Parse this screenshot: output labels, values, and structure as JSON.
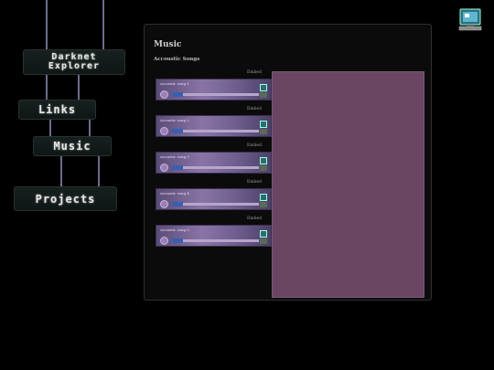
{
  "nav": {
    "explorer_line1": "Darknet",
    "explorer_line2": "Explorer",
    "links": "Links",
    "music": "Music",
    "projects": "Projects"
  },
  "window": {
    "title": "Music",
    "subtitle": "Accoustic Songs",
    "embed_label": "Embed",
    "players": [
      {
        "title": "Acoustic song 1"
      },
      {
        "title": "Acoustic song 2"
      },
      {
        "title": "Acoustic song 3"
      },
      {
        "title": "Acoustic song 4"
      },
      {
        "title": "Acoustic song 5"
      }
    ]
  },
  "colors": {
    "background": "#000000",
    "panel": "#6a4662",
    "wire": "#6c6c88",
    "player": "#8a74a6"
  },
  "icons": {
    "top_right": "computer-icon"
  }
}
